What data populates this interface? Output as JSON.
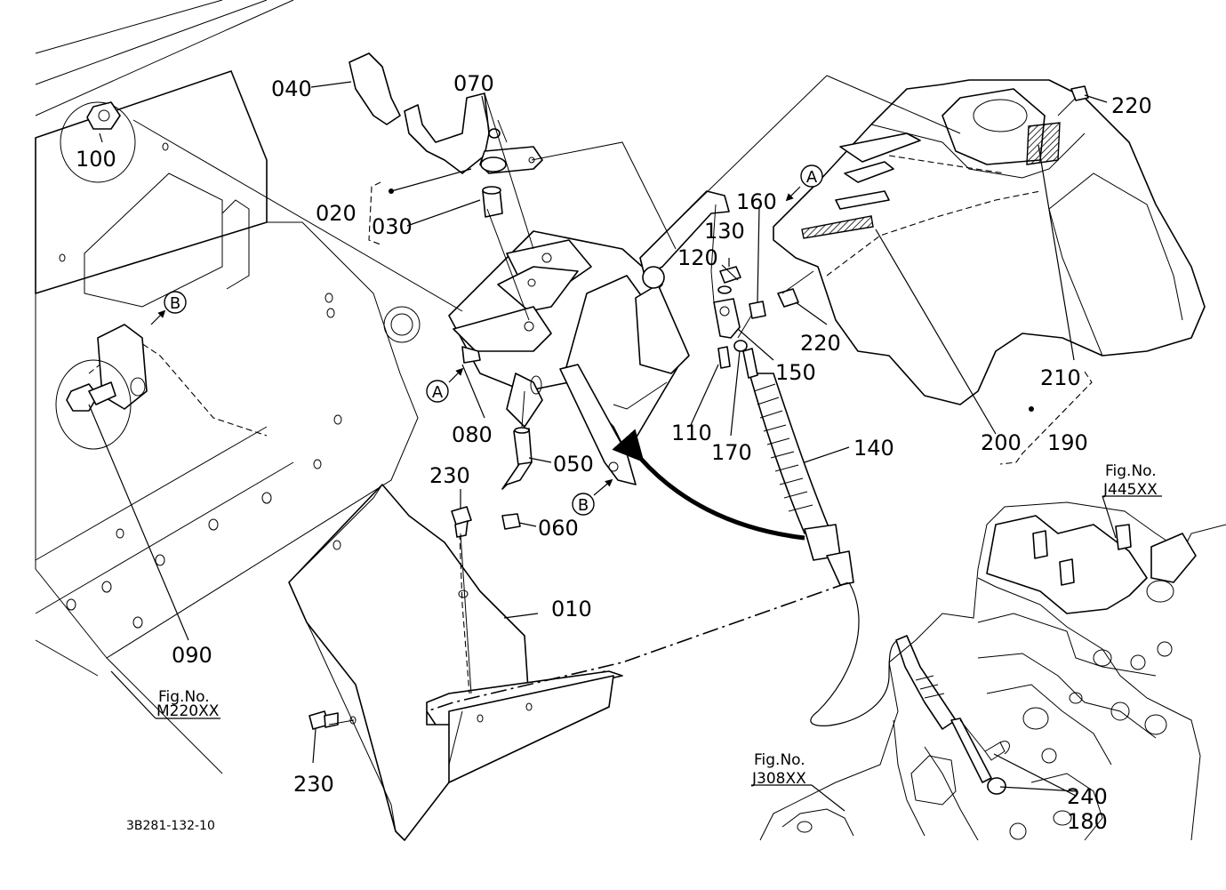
{
  "diagram_code": "3B281-132-10",
  "callouts": {
    "p010": "010",
    "p020": "020",
    "p030": "030",
    "p040": "040",
    "p050": "050",
    "p060": "060",
    "p070": "070",
    "p080": "080",
    "p090": "090",
    "p100": "100",
    "p110": "110",
    "p120": "120",
    "p130": "130",
    "p140": "140",
    "p150": "150",
    "p160": "160",
    "p170": "170",
    "p180": "180",
    "p190": "190",
    "p200": "200",
    "p210": "210",
    "p220a": "220",
    "p220b": "220",
    "p230a": "230",
    "p230b": "230",
    "p240": "240"
  },
  "markers": {
    "a1": "A",
    "a2": "A",
    "b1": "B",
    "b2": "B"
  },
  "fig_refs": {
    "m": {
      "label": "Fig.No.",
      "code": "M220XX"
    },
    "j445": {
      "label": "Fig.No.",
      "code": "J445XX"
    },
    "j308": {
      "label": "Fig.No.",
      "code": "J308XX"
    }
  }
}
